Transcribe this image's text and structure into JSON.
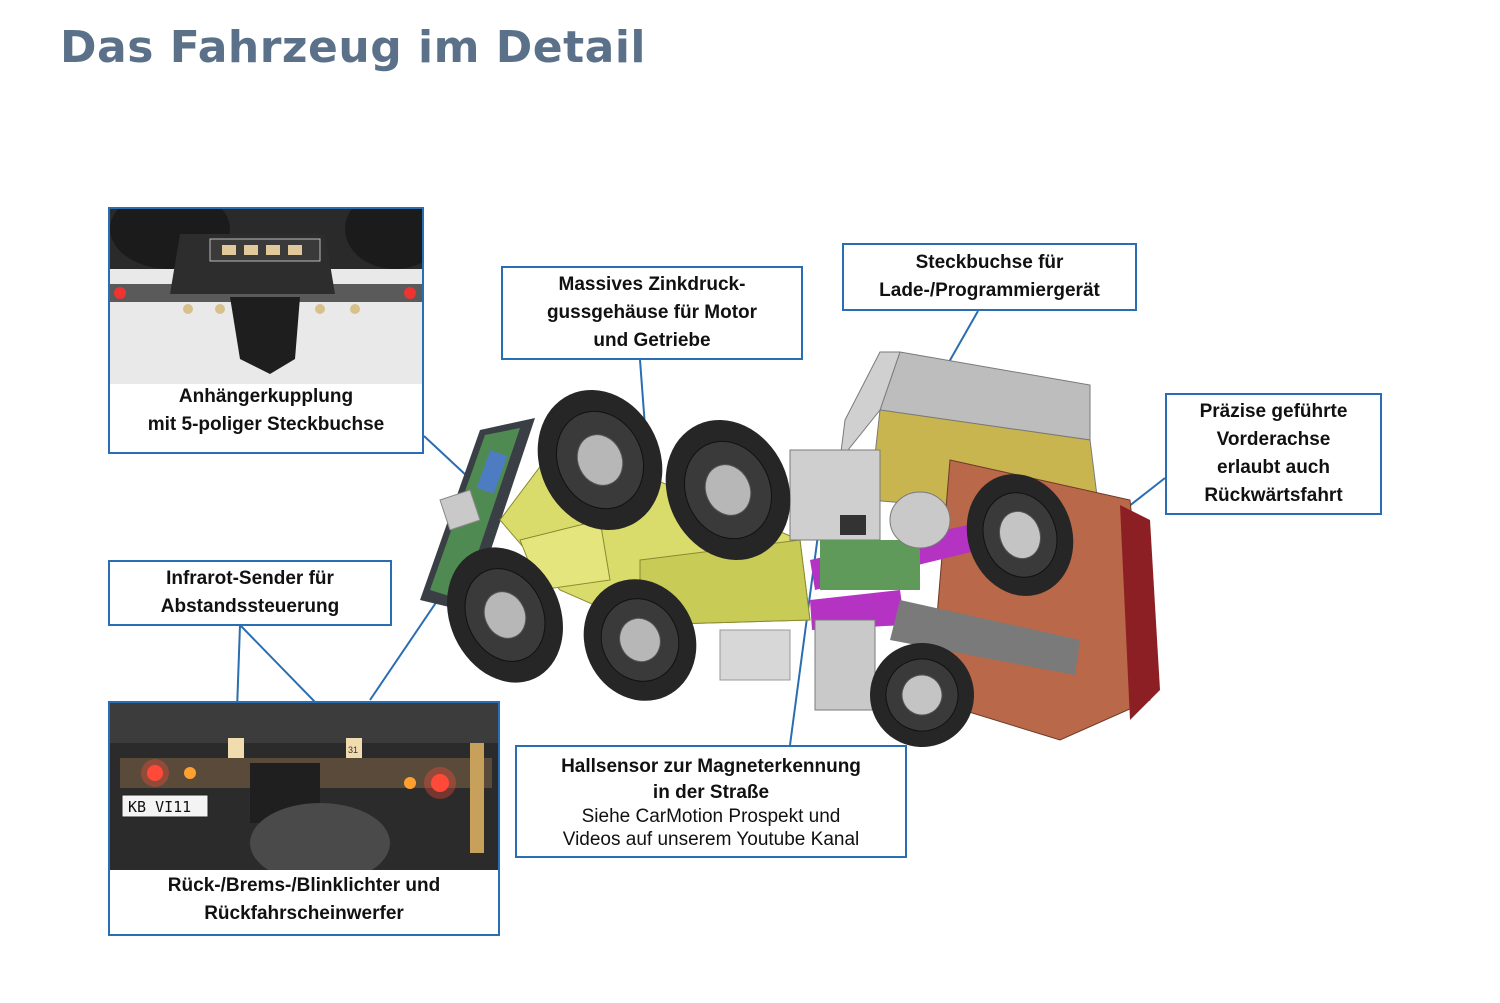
{
  "title": "Das Fahrzeug im Detail",
  "callouts": {
    "coupling": [
      "Anhängerkupplung",
      "mit 5-poliger Steckbuchse"
    ],
    "infrared": [
      "Infrarot-Sender für",
      "Abstandssteuerung"
    ],
    "lights": [
      "Rück-/Brems-/Blinklichter und",
      "Rückfahrscheinwerfer"
    ],
    "housing": [
      "Massives Zinkdruck-",
      "gussgehäuse für Motor",
      "und Getriebe"
    ],
    "socket": [
      "Steckbuchse für",
      "Lade-/Programmiergerät"
    ],
    "axle": [
      "Präzise geführte",
      "Vorderachse",
      "erlaubt auch",
      "Rückwärtsfahrt"
    ],
    "hall": [
      "Hallsensor zur Magneterkennung",
      "in der Straße"
    ],
    "hall_note": [
      "Siehe CarMotion Prospekt und",
      "Videos auf unserem Youtube Kanal"
    ]
  },
  "plate": "KB VI11",
  "tag": "31",
  "colors": {
    "frame": "#2a6db0",
    "title": "#5b7189",
    "housing": "#d9dc6a",
    "cab": "#b9684a"
  }
}
